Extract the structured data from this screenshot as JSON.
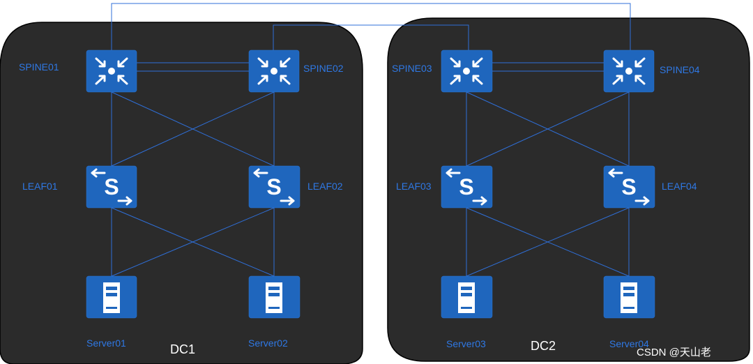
{
  "datacenters": [
    {
      "label": "DC1",
      "spines": [
        "SPINE01",
        "SPINE02"
      ],
      "leaves": [
        "LEAF01",
        "LEAF02"
      ],
      "servers": [
        "Server01",
        "Server02"
      ]
    },
    {
      "label": "DC2",
      "spines": [
        "SPINE03",
        "SPINE04"
      ],
      "leaves": [
        "LEAF03",
        "LEAF04"
      ],
      "servers": [
        "Server03",
        "Server04"
      ]
    }
  ],
  "watermark": "CSDN @天山老",
  "colors": {
    "panel": "#2b2b2b",
    "device": "#1f66bd",
    "link": "#2f6fd8",
    "label": "#2f78e4"
  },
  "icons": {
    "spine": "router-icon",
    "leaf": "switch-icon",
    "server": "server-icon"
  }
}
